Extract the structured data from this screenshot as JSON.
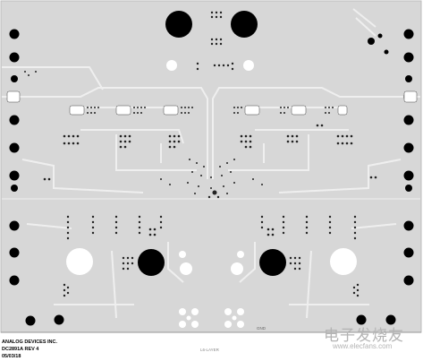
{
  "board": {
    "company": "ANALOG DEVICES INC.",
    "part_rev": "DC2891A  REV 4",
    "date": "05/03/18",
    "layer": "L6-LAYER",
    "gnd_label": "GND"
  },
  "watermark": {
    "cn": "电子发烧友",
    "en": "www.elecfans.com"
  },
  "colors": {
    "copper": "#d7d7d7",
    "background": "#ffffff",
    "hole": "#000000",
    "trace": "#eeeeee"
  }
}
